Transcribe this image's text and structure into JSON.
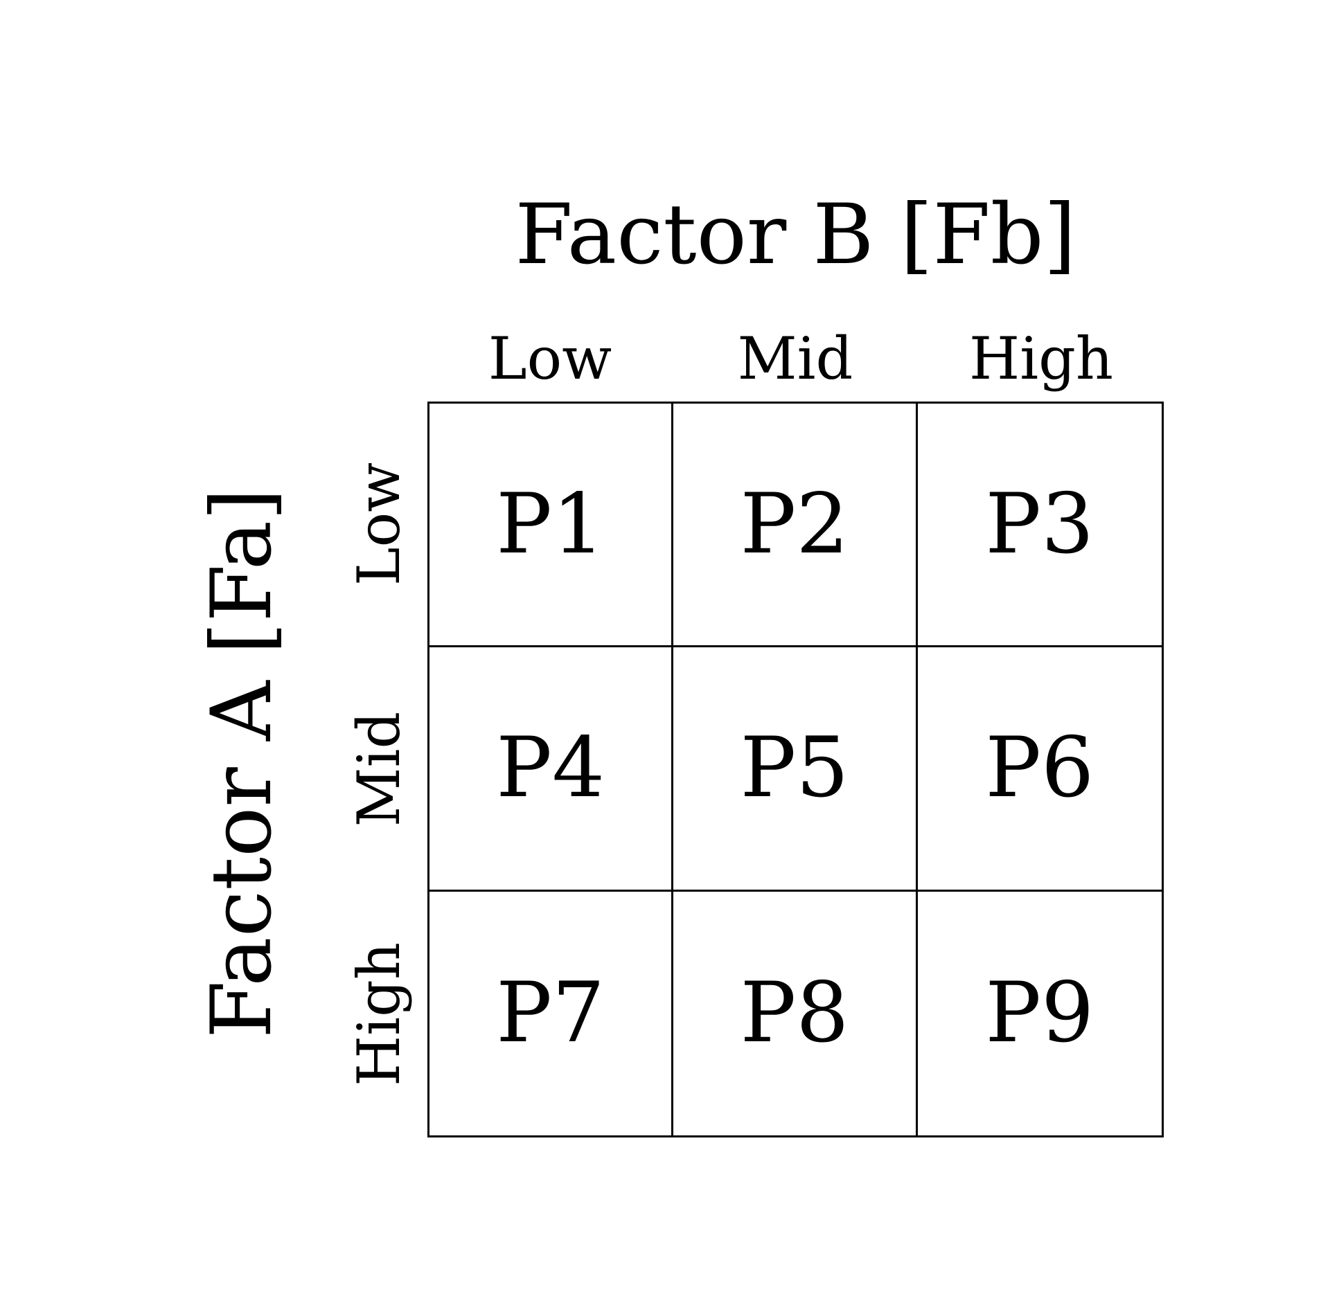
{
  "factor_b": {
    "title": "Factor B [Fb]",
    "levels": [
      "Low",
      "Mid",
      "High"
    ]
  },
  "factor_a": {
    "title": "Factor A [Fa]",
    "levels": [
      "Low",
      "Mid",
      "High"
    ]
  },
  "cells": [
    "P1",
    "P2",
    "P3",
    "P4",
    "P5",
    "P6",
    "P7",
    "P8",
    "P9"
  ]
}
